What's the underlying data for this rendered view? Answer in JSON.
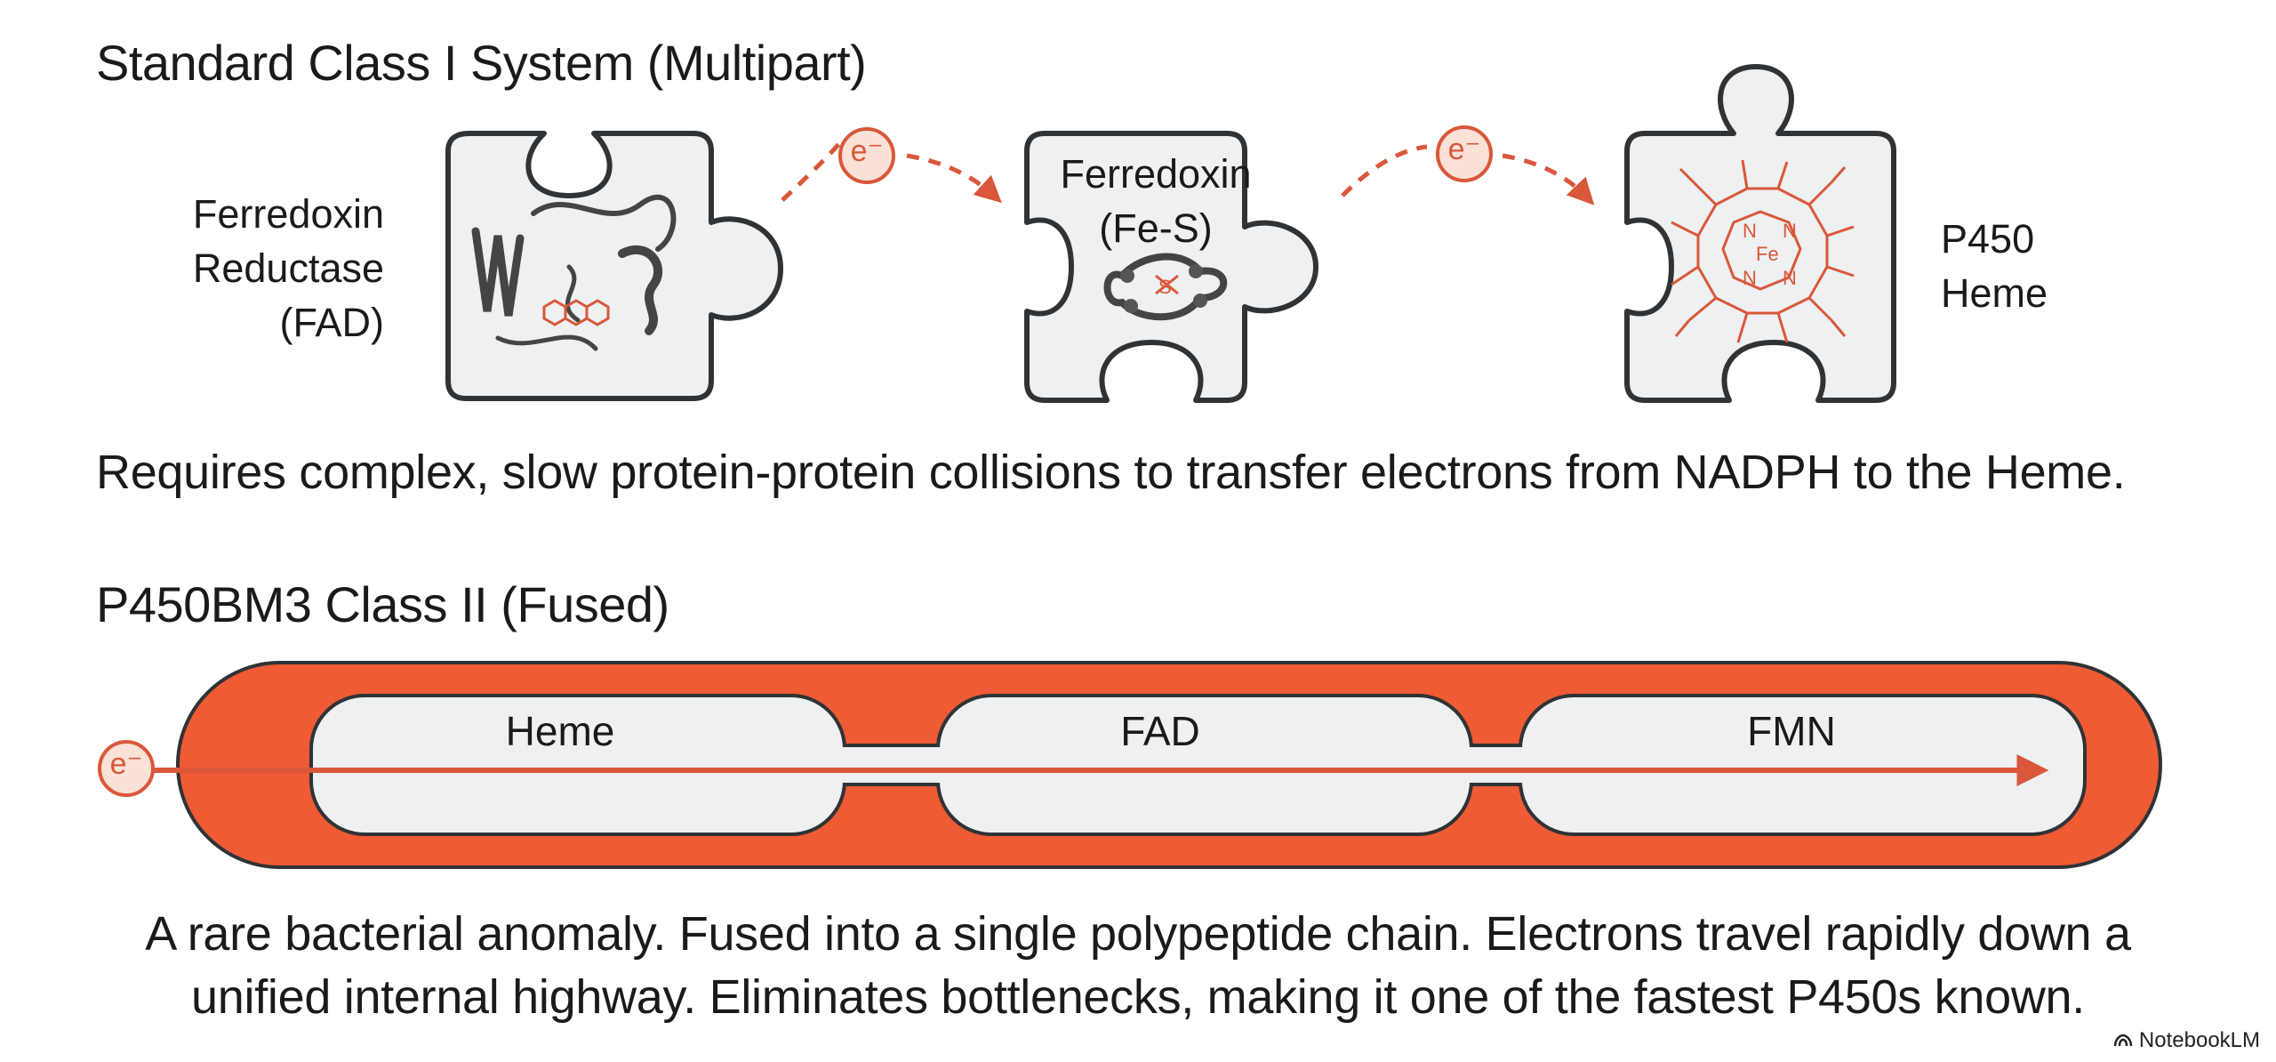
{
  "section1": {
    "title": "Standard Class I System (Multipart)",
    "pieces": [
      {
        "label_lines": [
          "Ferredoxin",
          "Reductase",
          "(FAD)"
        ]
      },
      {
        "label_lines": [
          "Ferredoxin",
          "(Fe-S)"
        ],
        "cluster_label": "S"
      },
      {
        "label_lines": [
          "P450",
          "Heme"
        ],
        "heme_labels": [
          "N",
          "N",
          "N",
          "N",
          "Fe"
        ]
      }
    ],
    "electron_label": "e⁻",
    "description": "Requires complex, slow protein-protein collisions to transfer electrons from NADPH to the Heme."
  },
  "section2": {
    "title": "P450BM3 Class II (Fused)",
    "electron_label": "e⁻",
    "domains": [
      "Heme",
      "FAD",
      "FMN"
    ],
    "description_lines": [
      "A rare bacterial anomaly. Fused into a single polypeptide chain. Electrons travel rapidly down a",
      "unified internal highway. Eliminates bottlenecks, making it one of the fastest P450s known."
    ]
  },
  "watermark": {
    "text": "NotebookLM",
    "icon": "notebooklm-logo-icon"
  },
  "colors": {
    "accent": "#d9573a",
    "capsule_fill": "#ef5b34",
    "piece_fill": "#eef0f1",
    "outline": "#2f3336",
    "electron_fill": "#f9e1d6"
  }
}
